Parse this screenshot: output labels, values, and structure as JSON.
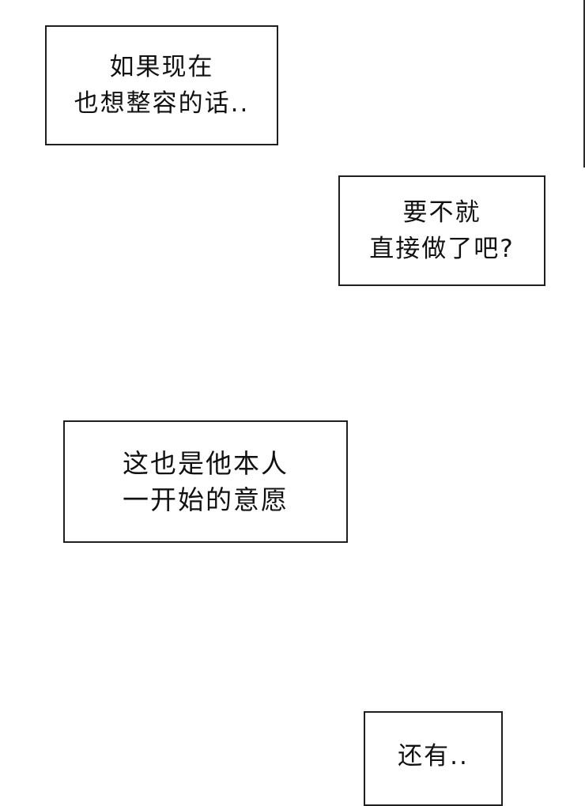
{
  "page": {
    "background": "#ffffff",
    "border_color": "#1f1f1f",
    "text_color": "#111111",
    "bubbles": [
      {
        "id": "caption-1",
        "lines": [
          "如果现在",
          "也想整容的话.."
        ]
      },
      {
        "id": "caption-2",
        "lines": [
          "要不就",
          "直接做了吧?"
        ]
      },
      {
        "id": "caption-3",
        "lines": [
          "这也是他本人",
          "一开始的意愿"
        ]
      },
      {
        "id": "caption-4",
        "lines": [
          "还有.."
        ]
      }
    ]
  }
}
